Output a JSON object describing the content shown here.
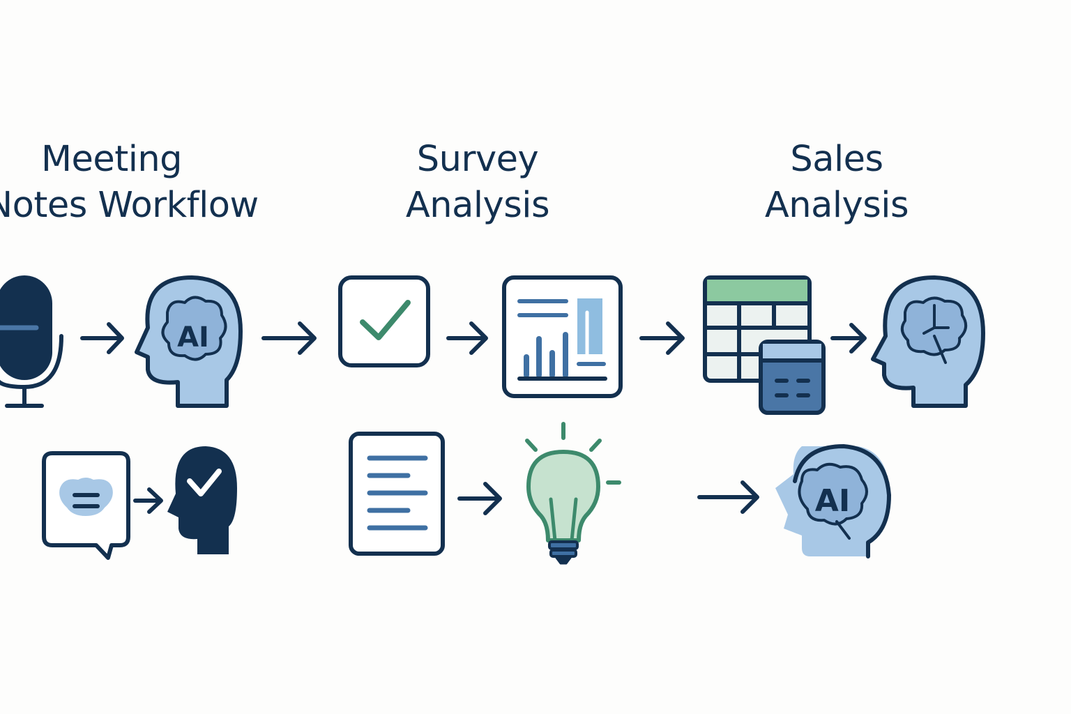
{
  "colors": {
    "navy": "#13304f",
    "light_blue": "#a8c8e6",
    "mid_blue": "#4a76a6",
    "bar_blue": "#3f70a3",
    "light_green": "#c6e2cf",
    "table_green": "#8cc9a0",
    "check_green": "#3d8a6c",
    "pale_bg": "#ecf2f0"
  },
  "columns": [
    {
      "id": "meeting",
      "title_lines": [
        "Meeting",
        "Notes Workflow"
      ],
      "steps": [
        "microphone-icon",
        "ai-head-icon",
        "chat-bubble-icon",
        "check-head-icon"
      ]
    },
    {
      "id": "survey",
      "title_lines": [
        "Survey",
        "Analysis"
      ],
      "steps": [
        "checkbox-icon",
        "report-chart-icon",
        "document-icon",
        "lightbulb-icon"
      ]
    },
    {
      "id": "sales",
      "title_lines": [
        "Sales",
        "Analysis"
      ],
      "steps": [
        "spreadsheet-icon",
        "calculator-icon",
        "brain-head-icon",
        "ai-head-icon"
      ]
    }
  ],
  "icons": {
    "ai_label": "AI"
  }
}
